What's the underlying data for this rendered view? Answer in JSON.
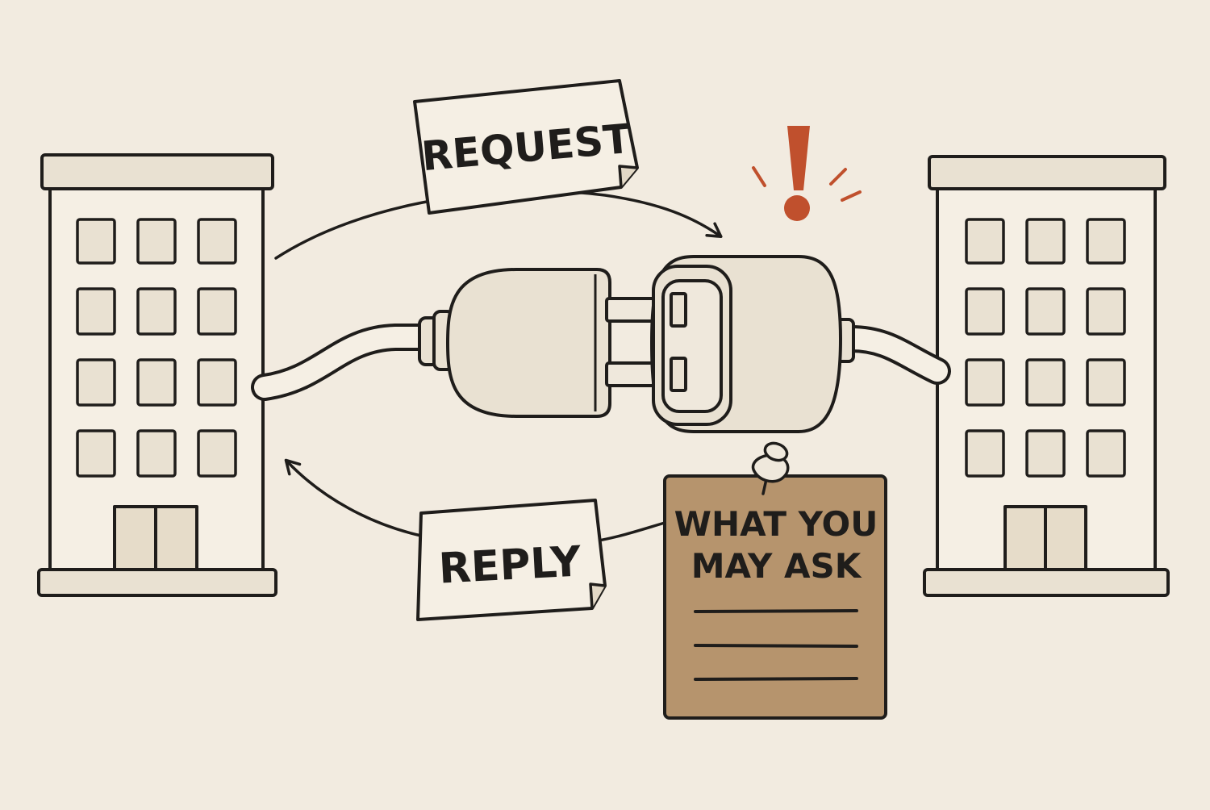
{
  "labels": {
    "request": "REQUEST",
    "reply": "REPLY",
    "note_line1": "WHAT YOU",
    "note_line2": "MAY ASK"
  },
  "colors": {
    "background": "#f2ebe0",
    "ink": "#1f1d1b",
    "paper": "#f5efe4",
    "building_fill": "#e9e1d2",
    "note_fill": "#b6946d",
    "alert": "#c0502d"
  },
  "icons": {
    "left": "building-icon",
    "right": "building-icon",
    "connector": "plug-icon",
    "socket": "socket-icon",
    "alert": "exclamation-icon",
    "pin": "pushpin-icon"
  }
}
